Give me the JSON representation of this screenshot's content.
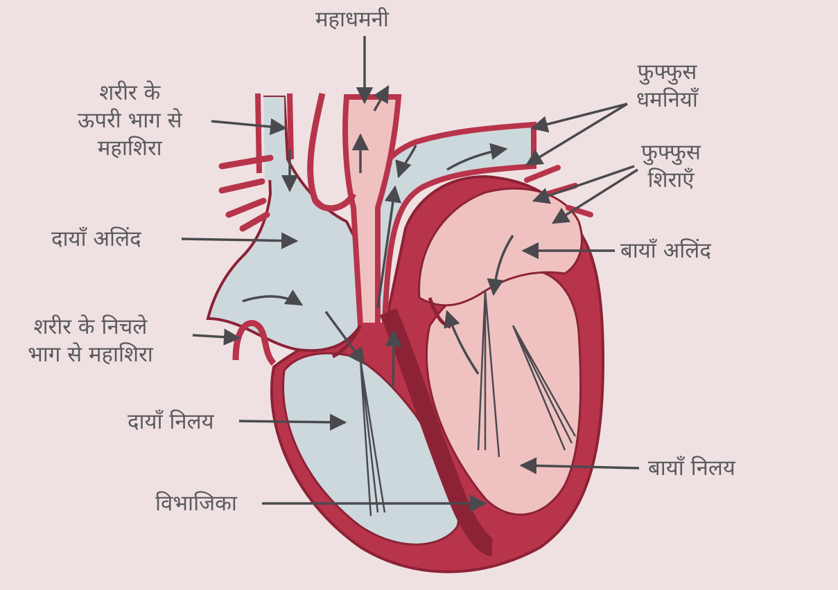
{
  "labels": {
    "aorta": "महाधमनी",
    "superior_vena_cava": [
      "शरीर के",
      "ऊपरी भाग से",
      "महाशिरा"
    ],
    "right_atrium": "दायाँ अलिंद",
    "inferior_vena_cava": [
      "शरीर के निचले",
      "भाग से महाशिरा"
    ],
    "right_ventricle": "दायाँ निलय",
    "septum": "विभाजिका",
    "pulmonary_arteries": [
      "फुफ्फुस",
      "धमनियाँ"
    ],
    "pulmonary_veins": [
      "फुफ्फुस",
      "शिराएँ"
    ],
    "left_atrium": "बायाँ अलिंद",
    "left_ventricle": "बायाँ निलय"
  },
  "colors": {
    "background": "#efe1e2",
    "muscle": "#b8344a",
    "deoxygenated_blood": "#cdd8dd",
    "oxygenated_blood": "#efc2c1",
    "arrow": "#4a4a4e",
    "label_text": "#5a5a5e"
  }
}
